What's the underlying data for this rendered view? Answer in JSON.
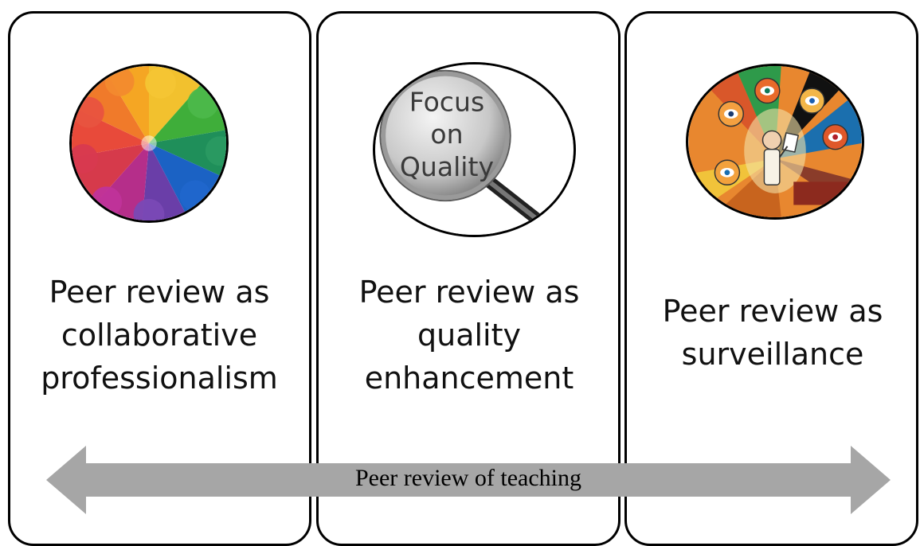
{
  "panels": [
    {
      "illustration": "people-circle-illustration",
      "lines": [
        "Peer review as",
        "collaborative",
        "professionalism"
      ]
    },
    {
      "illustration": "magnifying-glass-illustration",
      "magnifier_text": [
        "Focus",
        "on",
        "Quality"
      ],
      "lines": [
        "Peer review as",
        "quality",
        "enhancement"
      ]
    },
    {
      "illustration": "surveillance-eyes-illustration",
      "lines": [
        "Peer review as",
        "surveillance"
      ]
    }
  ],
  "arrow": {
    "label": "Peer review of teaching",
    "color": "#a6a6a6"
  }
}
